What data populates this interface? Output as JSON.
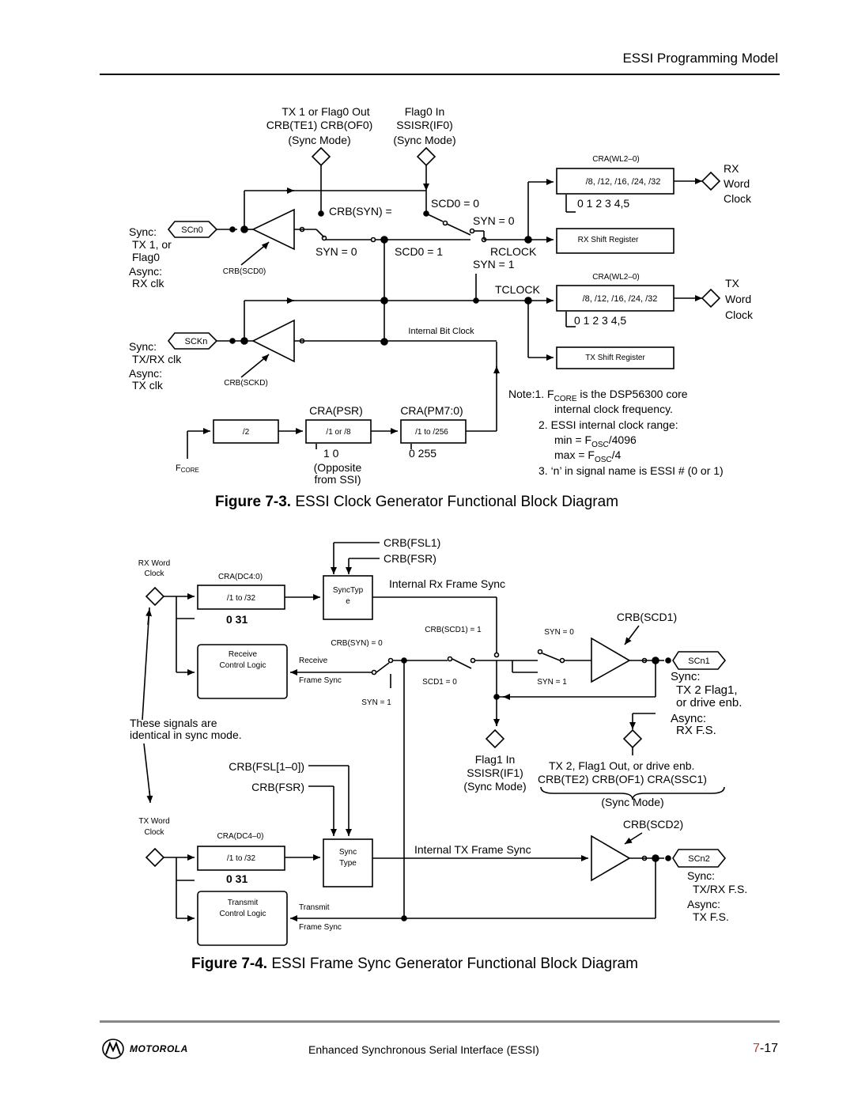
{
  "header": {
    "section_title": "ESSI Programming Model"
  },
  "figure3": {
    "caption_num": "Figure 7-3.",
    "caption_text": "ESSI Clock Generator Functional Block Diagram",
    "tx_flag_col": [
      "TX 1  or Flag0 Out",
      "CRB(TE1)  CRB(OF0)",
      "(Sync Mode)"
    ],
    "flag_in_col": [
      "Flag0 In",
      "SSISR(IF0)",
      "(Sync Mode)"
    ],
    "crbsyn": "CRB(SYN) =",
    "syn0_left": "SYN = 0",
    "scd0_1": "SCD0 = 1",
    "scd0_0": "SCD0 = 0",
    "syn0_right": "SYN = 0",
    "syn1": "SYN = 1",
    "rclock": "RCLOCK",
    "tclock": "TCLOCK",
    "cra_wl_rx": "CRA(WL2–0)",
    "cra_wl_tx": "CRA(WL2–0)",
    "wl_divs_rx": "/8, /12, /16, /24, /32",
    "wl_divs_tx": "/8, /12, /16, /24, /32",
    "wl_codes_rx": "0  1   2   3  4,5",
    "wl_codes_tx": "0  1   2   3  4,5",
    "rx_shift": "RX Shift Register",
    "tx_shift": "TX Shift Register",
    "rx_word_clock": [
      "RX",
      "Word",
      "Clock"
    ],
    "tx_word_clock": [
      "TX",
      "Word",
      "Clock"
    ],
    "scn0": "SCn0",
    "sckn": "SCKn",
    "crb_scd0": "CRB(SCD0)",
    "crb_sckd": "CRB(SCKD)",
    "scn0_desc": [
      "Sync:",
      "TX 1, or",
      "Flag0",
      "Async:",
      "RX clk"
    ],
    "sckn_desc": [
      "Sync:",
      "TX/RX clk",
      "Async:",
      "TX clk"
    ],
    "internal_bit_clock": "Internal Bit Clock",
    "div2": "/2",
    "div1or8": "/1 or /8",
    "div1to256": "/1 to /256",
    "crapsr": "CRA(PSR)",
    "crapm": "CRA(PM7:0)",
    "psr_codes": "1     0",
    "psr_note": [
      "(Opposite",
      "from SSI)"
    ],
    "pm_codes": "0     255",
    "fcore_label": "F",
    "fcore_sub": "CORE",
    "notes": {
      "n1_a": "Note:1.  F",
      "n1_sub": "CORE",
      "n1_b": " is the DSP56300 core",
      "n1_c": "internal clock frequency.",
      "n2": "2.  ESSI internal clock range:",
      "n2_min_a": "min = F",
      "n2_min_sub": "OSC",
      "n2_min_b": "/4096",
      "n2_max_a": "max = F",
      "n2_max_sub": "OSC",
      "n2_max_b": "/4",
      "n3": "3.  ‘n’ in signal name is ESSI # (0 or 1)"
    }
  },
  "figure4": {
    "caption_num": "Figure 7-4.",
    "caption_text": "ESSI Frame Sync Generator Functional Block Diagram",
    "crbfsl1": "CRB(FSL1)",
    "crbfsr_top": "CRB(FSR)",
    "rx_word_clock": [
      "RX Word",
      "Clock"
    ],
    "tx_word_clock": [
      "TX Word",
      "Clock"
    ],
    "cradc_rx": "CRA(DC4:0)",
    "cradc_tx": "CRA(DC4–0)",
    "div_rx": "/1 to /32",
    "div_tx": "/1 to /32",
    "codes_rx": "0    31",
    "codes_tx": "0    31",
    "synctype_rx": [
      "SyncTyp",
      "e"
    ],
    "synctype_tx": [
      "Sync",
      "Type"
    ],
    "internal_rx_fs": "Internal Rx Frame Sync",
    "internal_tx_fs": "Internal TX Frame Sync",
    "crbsyn0": "CRB(SYN) = 0",
    "receive_logic": [
      "Receive",
      "Control Logic"
    ],
    "transmit_logic": [
      "Transmit",
      "Control Logic"
    ],
    "receive": "Receive",
    "frame_sync_rx": "Frame Sync",
    "transmit": "Transmit",
    "frame_sync_tx": "Frame Sync",
    "crbscd1_eq1": "CRB(SCD1) = 1",
    "scd1_0": "SCD1 = 0",
    "syn_eq0": "SYN = 0",
    "syn_eq1_a": "SYN = 1",
    "syn_eq1_b": "SYN = 1",
    "crbscd1": "CRB(SCD1)",
    "crbscd2": "CRB(SCD2)",
    "scn1": "SCn1",
    "scn2": "SCn2",
    "scn1_desc": [
      "Sync:",
      "TX 2 Flag1,",
      "or drive enb.",
      "Async:",
      "RX F.S."
    ],
    "scn2_desc": [
      "Sync:",
      "TX/RX F.S.",
      "Async:",
      "TX F.S."
    ],
    "flag1_in": [
      "Flag1 In",
      "SSISR(IF1)",
      "(Sync Mode)"
    ],
    "tx2_row": "TX 2,     Flag1 Out, or drive enb.",
    "crb_row": "CRB(TE2) CRB(OF1) CRA(SSC1)",
    "sync_mode": "(Sync Mode)",
    "identical_note": [
      "These signals are",
      "identical in sync mode."
    ],
    "crbfsl10": "CRB(FSL[1–0])",
    "crbfsr_mid": "CRB(FSR)"
  },
  "footer": {
    "logo_text": "MOTOROLA",
    "center": "Enhanced Synchronous Serial Interface (ESSI)",
    "page_chapter": "7",
    "page_rest": "-17"
  }
}
